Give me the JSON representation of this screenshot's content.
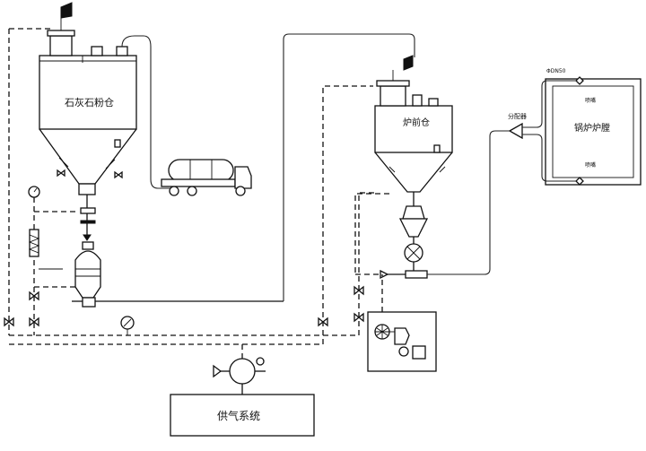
{
  "labels": {
    "limestone_silo": "石灰石粉仓",
    "furnace_front_silo": "炉前仓",
    "boiler_furnace": "锅炉炉膛",
    "air_supply": "供气系统",
    "distributor": "分配器",
    "nozzle_top": "喷嘴",
    "nozzle_bottom": "喷嘴",
    "pipe_spec": "ΦDN50"
  },
  "colors": {
    "line": "#111111",
    "background": "#ffffff"
  }
}
